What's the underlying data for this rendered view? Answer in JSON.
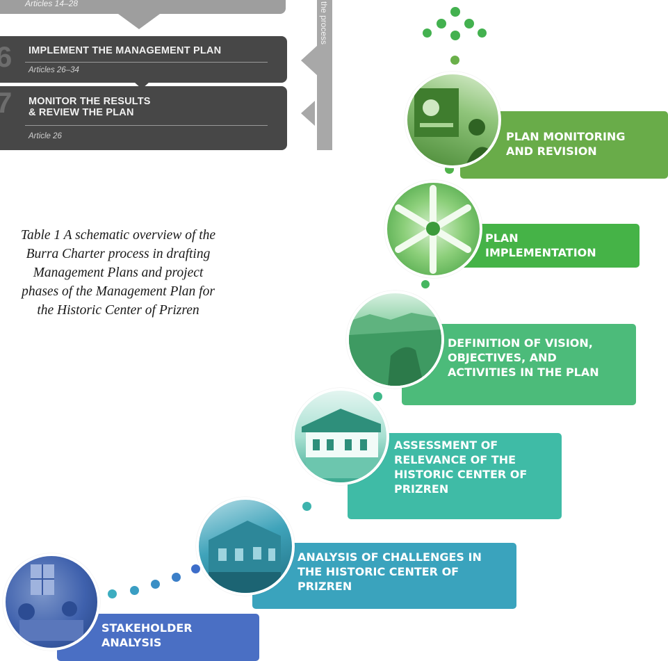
{
  "burra": {
    "top_articles": "Articles 14–28",
    "step6": {
      "number": "6",
      "title": "IMPLEMENT THE MANAGEMENT PLAN",
      "articles": "Articles 26–34"
    },
    "step7": {
      "number": "7",
      "title_line1": "MONITOR THE RESULTS",
      "title_line2": "& REVIEW THE PLAN",
      "articles": "Article 26"
    },
    "side_label": "the process"
  },
  "caption": {
    "line1": "Table 1 A schematic overview of the",
    "line2": "Burra Charter process in drafting",
    "line3": "Management Plans and project",
    "line4": "phases of the Management Plan for",
    "line5": "the Historic Center of Prizren"
  },
  "steps": [
    {
      "line1": "STAKEHOLDER",
      "line2": "ANALYSIS",
      "color": "#4a6fc4"
    },
    {
      "line1": "ANALYSIS OF CHALLENGES IN",
      "line2": "THE HISTORIC CENTER OF",
      "line3": "PRIZREN",
      "color": "#3aa3bd"
    },
    {
      "line1": "ASSESSMENT OF",
      "line2": "RELEVANCE OF THE",
      "line3": "HISTORIC CENTER OF",
      "line4": "PRIZREN",
      "color": "#3fbba6"
    },
    {
      "line1": "DEFINITION OF VISION,",
      "line2": "OBJECTIVES, AND",
      "line3": "ACTIVITIES IN THE PLAN",
      "color": "#4cbb7a"
    },
    {
      "line1": "PLAN",
      "line2": "IMPLEMENTATION",
      "color": "#45b347"
    },
    {
      "line1": "PLAN MONITORING",
      "line2": "AND REVISION",
      "color": "#69ac49"
    }
  ]
}
